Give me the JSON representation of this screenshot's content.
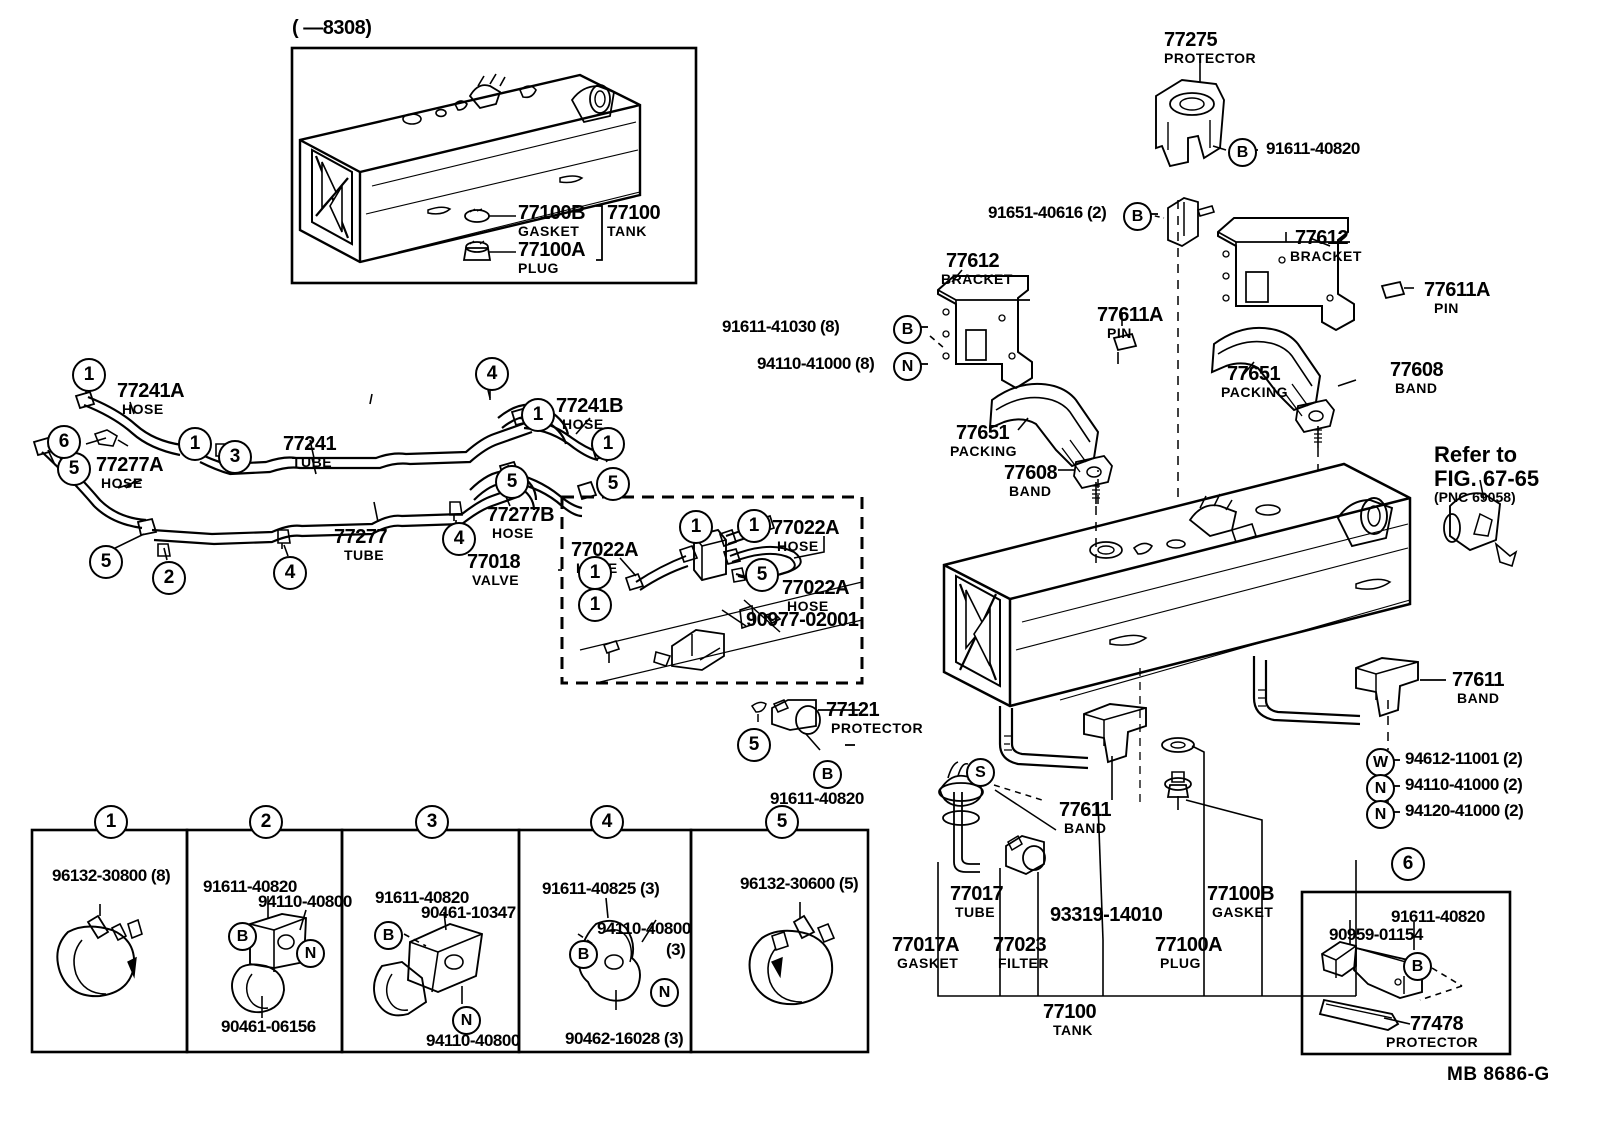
{
  "figure": {
    "code": "MB 8686-G",
    "date_range_note": "(      —8308)"
  },
  "top_inset": {
    "parts": [
      {
        "number": "77100B",
        "name": "GASKET"
      },
      {
        "number": "77100A",
        "name": "PLUG"
      },
      {
        "number": "77100",
        "name": "TANK"
      }
    ]
  },
  "lines_section": {
    "parts": [
      {
        "number": "77241A",
        "name": "HOSE"
      },
      {
        "number": "77241",
        "name": "TUBE"
      },
      {
        "number": "77241B",
        "name": "HOSE"
      },
      {
        "number": "77277A",
        "name": "HOSE"
      },
      {
        "number": "77277",
        "name": "TUBE"
      },
      {
        "number": "77277B",
        "name": "HOSE"
      }
    ],
    "callouts": [
      "1",
      "1",
      "1",
      "1",
      "2",
      "3",
      "4",
      "4",
      "4",
      "5",
      "5",
      "5",
      "5",
      "6"
    ]
  },
  "valve_box": {
    "parts": [
      {
        "number": "77018",
        "name": "VALVE"
      },
      {
        "number": "77022A",
        "name": "HOSE"
      },
      {
        "number": "77022A",
        "name": "HOSE"
      },
      {
        "number": "77022A",
        "name": "HOSE"
      },
      {
        "number": "90977-02001",
        "name": ""
      }
    ]
  },
  "protector_77121": {
    "number": "77121",
    "name": "PROTECTOR",
    "bolt": "91611-40820",
    "bolt_code": "B",
    "callout": "5"
  },
  "right_section": {
    "parts": [
      {
        "number": "77275",
        "name": "PROTECTOR"
      },
      {
        "number": "77612",
        "name": "BRACKET"
      },
      {
        "number": "77612",
        "name": "BRACKET"
      },
      {
        "number": "77611A",
        "name": "PIN"
      },
      {
        "number": "77611A",
        "name": "PIN"
      },
      {
        "number": "77651",
        "name": "PACKING"
      },
      {
        "number": "77651",
        "name": "PACKING"
      },
      {
        "number": "77608",
        "name": "BAND"
      },
      {
        "number": "77608",
        "name": "BAND"
      },
      {
        "number": "77611",
        "name": "BAND"
      },
      {
        "number": "77611",
        "name": "BAND"
      }
    ],
    "fasteners": [
      {
        "code": "B",
        "number": "91611-40820",
        "qty": ""
      },
      {
        "code": "B",
        "number": "91651-40616",
        "qty": "(2)"
      },
      {
        "code": "B",
        "number": "91611-41030",
        "qty": "(8)"
      },
      {
        "code": "N",
        "number": "94110-41000",
        "qty": "(8)"
      },
      {
        "code": "W",
        "number": "94612-11001",
        "qty": "(2)"
      },
      {
        "code": "N",
        "number": "94110-41000",
        "qty": "(2)"
      },
      {
        "code": "N",
        "number": "94120-41000",
        "qty": "(2)"
      }
    ],
    "refer_note": {
      "line1": "Refer to",
      "line2": "FIG. 67-65",
      "line3": "(PNC 69058)"
    }
  },
  "tank_section": {
    "parts": [
      {
        "number": "77017",
        "name": "TUBE"
      },
      {
        "number": "77017A",
        "name": "GASKET"
      },
      {
        "number": "77023",
        "name": "FILTER"
      },
      {
        "number": "93319-14010",
        "name": ""
      },
      {
        "number": "77100B",
        "name": "GASKET"
      },
      {
        "number": "77100A",
        "name": "PLUG"
      },
      {
        "number": "77100",
        "name": "TANK"
      }
    ],
    "callout_S": "S"
  },
  "legend": {
    "boxes": [
      {
        "id": "1",
        "items": [
          {
            "number": "96132-30800 (8)",
            "code": ""
          }
        ]
      },
      {
        "id": "2",
        "items": [
          {
            "number": "91611-40820",
            "code": "B"
          },
          {
            "number": "94110-40800",
            "code": "N"
          },
          {
            "number": "90461-06156",
            "code": ""
          }
        ]
      },
      {
        "id": "3",
        "items": [
          {
            "number": "91611-40820",
            "code": "B"
          },
          {
            "number": "90461-10347",
            "code": ""
          },
          {
            "number": "94110-40800",
            "code": "N"
          }
        ]
      },
      {
        "id": "4",
        "items": [
          {
            "number": "91611-40825 (3)",
            "code": "B"
          },
          {
            "number": "94110-40800",
            "qty2": "(3)",
            "code": "N"
          },
          {
            "number": "90462-16028 (3)",
            "code": ""
          }
        ]
      },
      {
        "id": "5",
        "items": [
          {
            "number": "96132-30600 (5)",
            "code": ""
          }
        ]
      },
      {
        "id": "6",
        "items": [
          {
            "number": "90959-01154",
            "code": ""
          },
          {
            "number": "91611-40820",
            "code": "B"
          },
          {
            "number": "77478",
            "name": "PROTECTOR",
            "code": ""
          }
        ]
      }
    ]
  }
}
